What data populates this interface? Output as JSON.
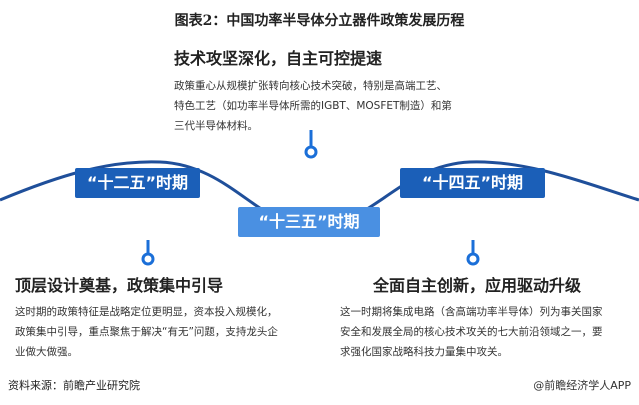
{
  "title": "图表2：中国功率半导体分立器件政策发展历程",
  "periods": [
    {
      "label": "“十二五”时期",
      "heading": "顶层设计奠基，政策集中引导",
      "text": "这时期的政策特征是战略定位更明显，资本投入规模化，政策集中引导，重点聚焦于解决“有无”问题，支持龙头企业做大做强。"
    },
    {
      "label": "“十三五”时期",
      "heading": "技术攻坚深化，自主可控提速",
      "text": "政策重心从规模扩张转向核心技术突破，特别是高端工艺、特色工艺（如功率半导体所需的IGBT、MOSFET制造）和第三代半导体材料。"
    },
    {
      "label": "“十四五”时期",
      "heading": "全面自主创新，应用驱动升级",
      "text": "这一时期将集成电路（含高端功率半导体）列为事关国家安全和发展全局的核心技术攻关的七大前沿领域之一，要求强化国家战略科技力量集中攻关。"
    }
  ],
  "source": "资料来源：前瞻产业研究院",
  "brand": "@前瞻经济学人APP",
  "colors": {
    "dark": "#1b5fb8",
    "light": "#4a90e2",
    "line": "#1f4f9a"
  }
}
